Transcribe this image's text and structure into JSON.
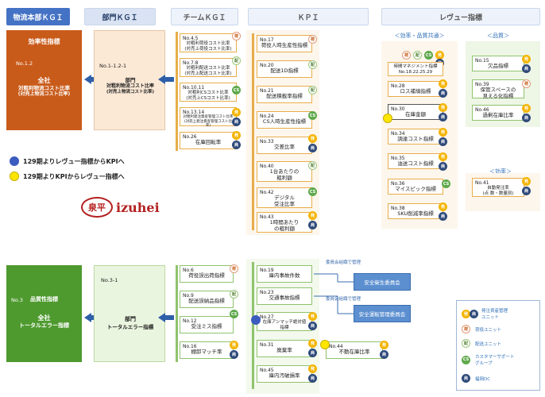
{
  "headers": {
    "logistics": "物流本部ＫＧＩ",
    "dept": "部門ＫＧＩ",
    "team": "チームＫＧＩ",
    "kpi": "ＫＰＩ",
    "review": "レヴュー指標"
  },
  "top": {
    "main_kgi": {
      "title": "効率性指標",
      "no": "No.1.2",
      "line1": "全社",
      "line2": "対粗利物流コスト比率",
      "line3": "(対売上物流コスト比率)"
    },
    "dept_kgi": {
      "no": "No.1-1.2-1",
      "line1": "部門",
      "line2": "対粗利物流コスト比率",
      "line3": "(対売上物流コスト比率)"
    },
    "team": [
      {
        "no": "No.4.5",
        "title": "対粗利荷役コスト比率\n(対売上荷役コスト比率)"
      },
      {
        "no": "No.7.8",
        "title": "対粗利配送コスト比率\n(対売上配送コスト比率)"
      },
      {
        "no": "No.10.11",
        "title": "対粗利CSコスト比率\n(対売上CSコスト比率)"
      },
      {
        "no": "No.13.14",
        "title": "対粗利発注資産管理コスト比率\n(対売上発注資産管理コスト比率)"
      },
      {
        "no": "No.26",
        "title": "在庫回転率"
      }
    ],
    "kpi": [
      {
        "no": "No.17",
        "title": "荷役人時生産性指標"
      },
      {
        "no": "No.20",
        "title": "配送1D指標"
      },
      {
        "no": "No.21",
        "title": "配送積載率指標"
      },
      {
        "no": "No.24",
        "title": "CS人時生産性指標"
      },
      {
        "no": "No.33",
        "title": "交差比率"
      },
      {
        "no": "No.40",
        "title": "1台あたりの\n粗利額"
      },
      {
        "no": "No.42",
        "title": "デジタル\n受注比率"
      },
      {
        "no": "No.43",
        "title": "1時間あたり\nの粗利額"
      }
    ],
    "review_heading_common": "＜効率・品質共通＞",
    "review_heading_quality": "＜品質＞",
    "review_heading_efficiency": "＜効率＞",
    "review_common": [
      {
        "no": "",
        "title": "時間マネジメント指標\nNo.18.22.25.29"
      },
      {
        "no": "No.28",
        "title": "ロス補填指標"
      },
      {
        "no": "No.30",
        "title": "在庫金額"
      },
      {
        "no": "No.34",
        "title": "調達コスト指標"
      },
      {
        "no": "No.35",
        "title": "油送コスト指標"
      },
      {
        "no": "No.36",
        "title": "マイスピック指標"
      },
      {
        "no": "No.38",
        "title": "SKU削減率指標"
      }
    ],
    "review_quality": [
      {
        "no": "No.15",
        "title": "欠品指標"
      },
      {
        "no": "No.39",
        "title": "保管スペースの\n見える化指標"
      },
      {
        "no": "No.46",
        "title": "過剰在庫比率"
      }
    ],
    "review_efficiency": {
      "no": "No.41",
      "title": "自動発注率\n(点 数・数量別)"
    }
  },
  "legend": {
    "blue": "129期よりレヴュー指標からKPIへ",
    "yellow": "129期よりKPIからレヴュー指標へ"
  },
  "logo": {
    "kanji": "泉平",
    "text": "izuhei"
  },
  "bottom": {
    "main_kgi": {
      "no": "No.3",
      "title": "品質性指標",
      "line1": "全社",
      "line2": "トータルエラー指標"
    },
    "dept_kgi": {
      "no": "No.3-1",
      "line1": "部門",
      "line2": "トータルエラー指標"
    },
    "team": [
      {
        "no": "No.6",
        "title": "荷役誤出荷指標"
      },
      {
        "no": "No.9",
        "title": "配送誤納品指標"
      },
      {
        "no": "No.12",
        "title": "受注ミス指標"
      },
      {
        "no": "No.16",
        "title": "棚卸マッチ率"
      }
    ],
    "kpi": [
      {
        "no": "No.19",
        "title": "庫内事故件数"
      },
      {
        "no": "No.23",
        "title": "交通事故指標"
      },
      {
        "no": "No.27",
        "title": "在庫アンマッチ絶対値\n指標"
      },
      {
        "no": "No.31",
        "title": "廃棄率"
      },
      {
        "no": "No.45",
        "title": "庫内汚破損率"
      }
    ],
    "no44": {
      "no": "No.44",
      "title": "不動在庫比率"
    },
    "committee_label_1": "委員会組織で管理",
    "committee_label_2": "委員会組織で管理",
    "committee_1": "安全衛生委員会",
    "committee_2": "安全運転管理委員会"
  },
  "unit_legend": [
    {
      "icon": "発",
      "label": "発注資産管理\nユニット"
    },
    {
      "icon": "荷",
      "label": "荷役ユニット"
    },
    {
      "icon": "配",
      "label": "配送ユニット"
    },
    {
      "icon": "CS",
      "label": "カスタマーサポート\nグループ"
    },
    {
      "icon": "商",
      "label": "福岡DC"
    }
  ],
  "colors": {
    "orange": "#c95b1a",
    "green": "#4e9a2f",
    "blue": "#4472c4",
    "arrow": "#2e5fa8"
  }
}
